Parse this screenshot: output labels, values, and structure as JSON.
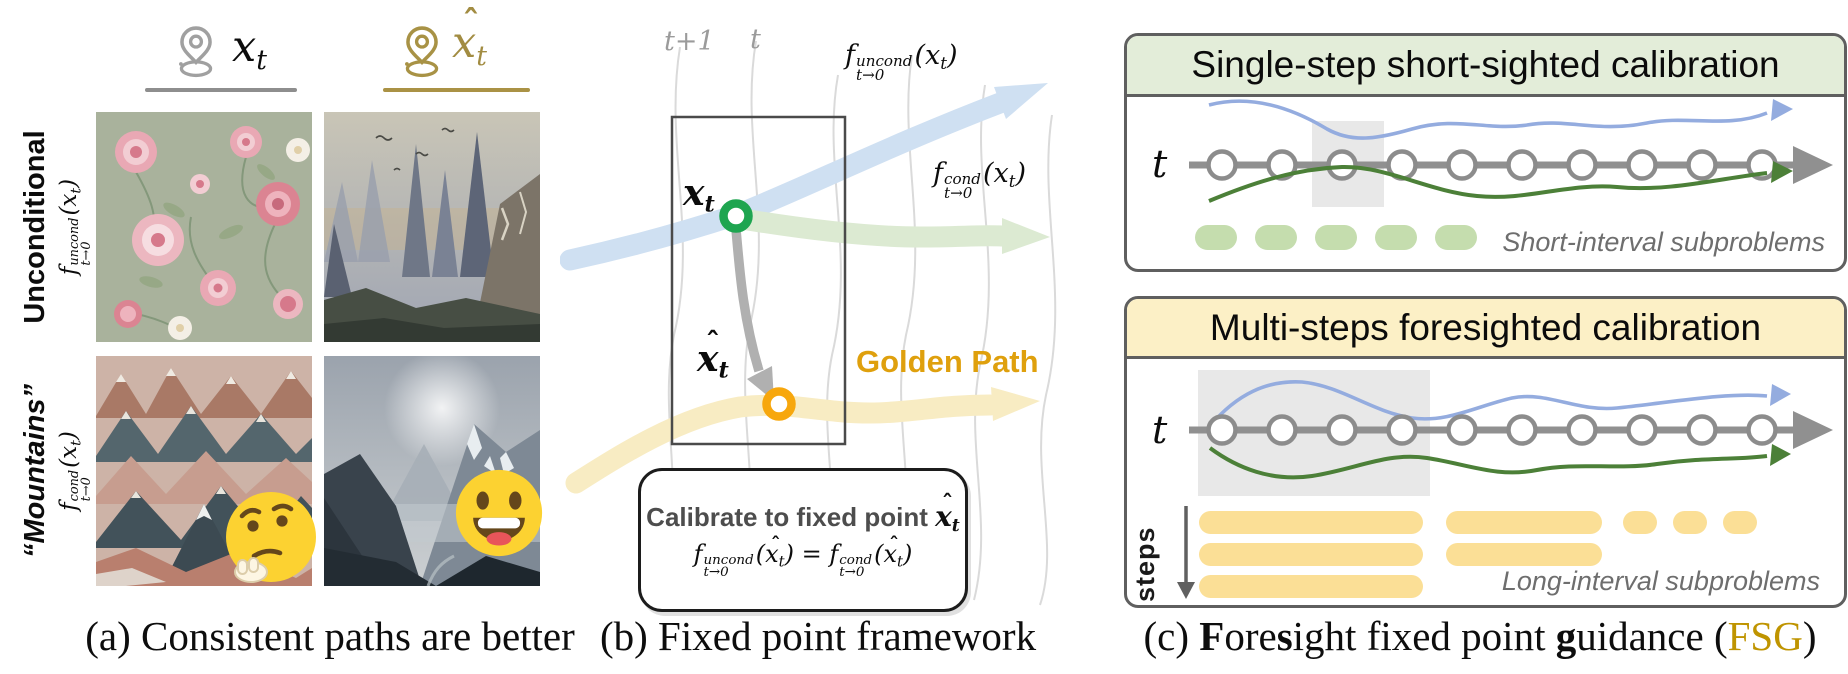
{
  "figure": {
    "type": "paper-figure",
    "topic": "Foresight fixed point guidance for diffusion sampling"
  },
  "math": {
    "f": "f",
    "uncond": "uncond",
    "cond": "cond",
    "t_to_0": "t→0",
    "x": "x",
    "t": "t",
    "t_plus_1": "t+1",
    "hat": "ˆ",
    "open": "(",
    "close": ")",
    "eq": " = "
  },
  "panel_a": {
    "row1_label": "Unconditional",
    "row2_label": "“Mountains”",
    "images": [
      "floral-pattern",
      "fantasy-mountain-landscape",
      "flat-stylized-mountains",
      "realistic-mountain-valley"
    ],
    "emojis": [
      "thinking-face",
      "grinning-face"
    ],
    "caption": "(a) Consistent paths are better"
  },
  "panel_b": {
    "tick_t1": "t+1",
    "tick_t": "t",
    "golden_path_label": "Golden Path",
    "calibrate_title": "Calibrate to fixed point",
    "caption": "(b) Fixed point framework"
  },
  "panel_c": {
    "top": {
      "title": "Single-step short-sighted calibration",
      "t_label": "t",
      "note": "Short-interval subproblems"
    },
    "bottom": {
      "title": "Multi-steps foresighted calibration",
      "t_label": "t",
      "steps_label": "steps",
      "note": "Long-interval subproblems"
    },
    "caption": {
      "prefix": "(c) ",
      "b1": "F",
      "r1": "ore",
      "b2": "s",
      "r2": "ight fixed point ",
      "b3": "g",
      "r3": "uidance (",
      "fsg": "FSG",
      "close": ")"
    }
  },
  "colors": {
    "gold_accent": "#dfa00d",
    "fsg_gold": "#bf9400",
    "green_marker": "#1ea550",
    "orange_marker": "#f7a70d",
    "blue_traj": "#94acdf",
    "green_traj": "#4c8038",
    "pale_blue_path": "#cfe0f2",
    "pale_green_path": "#dcead2",
    "pale_gold_path": "#f8ecc3",
    "green_header": "#e3edd9",
    "yellow_header": "#fcf0c6",
    "green_pill": "#c5ddae",
    "yellow_bar": "#fbdf96",
    "timeline_gray": "#909090",
    "highlight_gray": "#e8e8e8"
  }
}
